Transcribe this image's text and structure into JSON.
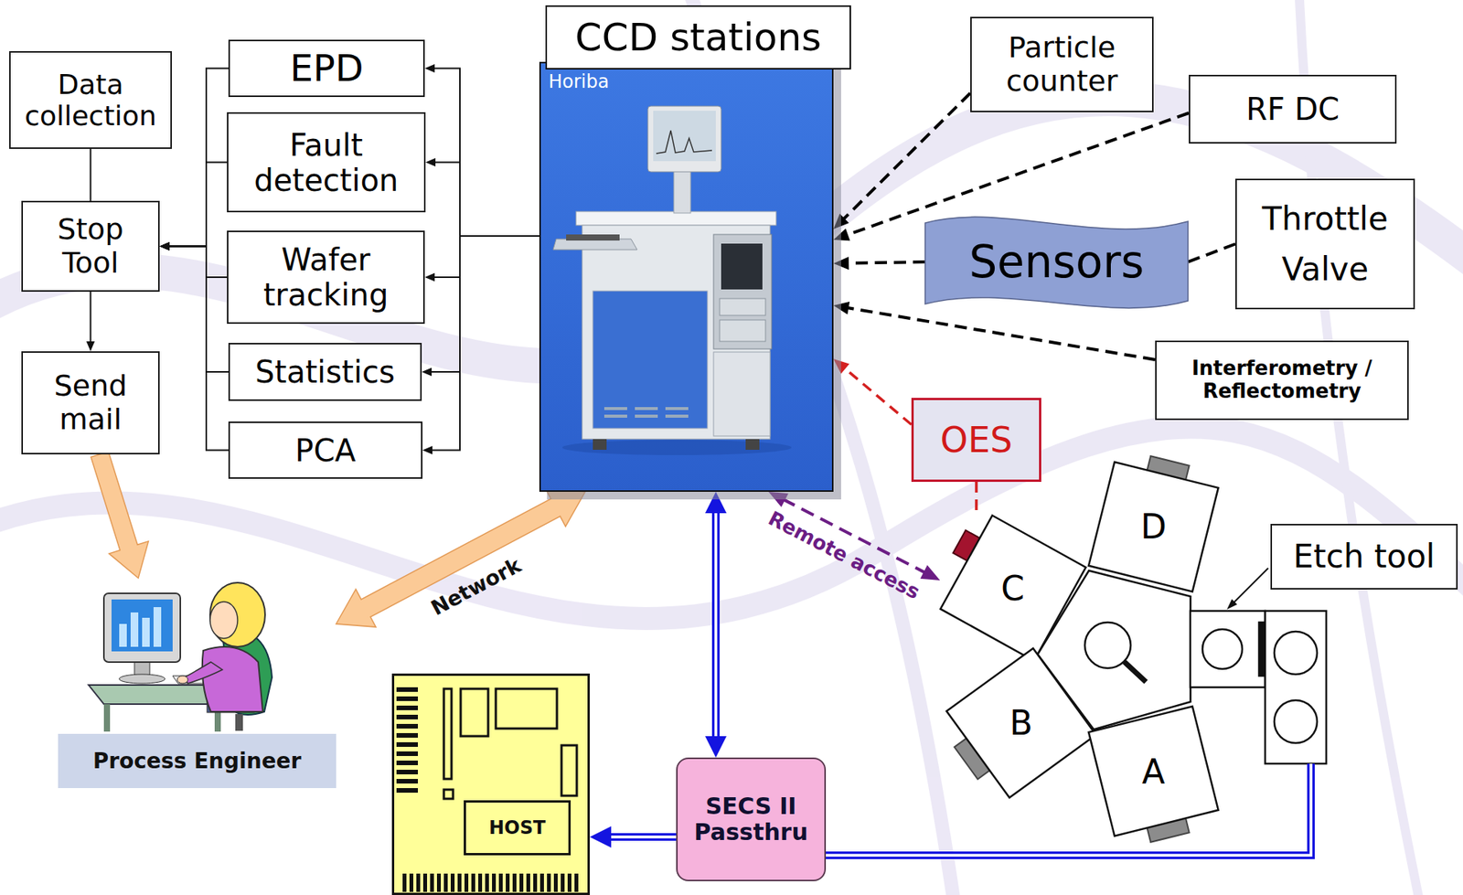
{
  "diagram": {
    "nodes": [
      {
        "text": [
          "Data collection"
        ]
      },
      {
        "text": [
          "Stop Tool"
        ]
      },
      {
        "text": [
          "Send mail"
        ]
      },
      {
        "text": [
          "EPD"
        ]
      },
      {
        "text": [
          "Fault detection"
        ]
      },
      {
        "text": [
          "Wafer tracking"
        ]
      },
      {
        "text": [
          "Statistics"
        ]
      },
      {
        "text": [
          "PCA"
        ]
      },
      {
        "text": [
          "CCD stations",
          "Horiba"
        ]
      },
      {
        "text": [
          "Particle counter"
        ]
      },
      {
        "text": [
          "RF DC"
        ]
      },
      {
        "text": [
          "Sensors"
        ]
      },
      {
        "text": [
          "Throttle Valve"
        ]
      },
      {
        "text": [
          "Interferometry / Reflectometry"
        ]
      },
      {
        "text": [
          "OES"
        ]
      },
      {
        "text": [
          "Etch tool"
        ]
      },
      {
        "text": [
          "D"
        ]
      },
      {
        "text": [
          "C"
        ]
      },
      {
        "text": [
          "B"
        ]
      },
      {
        "text": [
          "A"
        ]
      },
      {
        "text": [
          "Process Engineer"
        ]
      },
      {
        "text": [
          "HOST"
        ]
      },
      {
        "text": [
          "SECS II Passthru"
        ]
      }
    ],
    "edges": [
      {
        "from": 8,
        "to": 3,
        "arrow": "to"
      },
      {
        "from": 8,
        "to": 4,
        "arrow": "to"
      },
      {
        "from": 8,
        "to": 5,
        "arrow": "to"
      },
      {
        "from": 8,
        "to": 6,
        "arrow": "to"
      },
      {
        "from": 8,
        "to": 7,
        "arrow": "to"
      },
      {
        "from": 3,
        "to": 1,
        "arrow": "to"
      },
      {
        "from": 4,
        "to": 1,
        "arrow": "to"
      },
      {
        "from": 5,
        "to": 1,
        "arrow": "to"
      },
      {
        "from": 6,
        "to": 1,
        "arrow": "to"
      },
      {
        "from": 7,
        "to": 1,
        "arrow": "to"
      },
      {
        "from": 0,
        "to": 1,
        "arrow": "none"
      },
      {
        "from": 1,
        "to": 2,
        "arrow": "to"
      },
      {
        "from": 2,
        "to": 20,
        "arrow": "to"
      },
      {
        "from": 8,
        "to": 20,
        "label": "Network",
        "arrow": "both"
      },
      {
        "from": 9,
        "to": 8,
        "arrow": "to"
      },
      {
        "from": 10,
        "to": 8,
        "arrow": "to"
      },
      {
        "from": 11,
        "to": 8,
        "arrow": "to"
      },
      {
        "from": 12,
        "to": 11,
        "arrow": "none"
      },
      {
        "from": 13,
        "to": 8,
        "arrow": "to"
      },
      {
        "from": 14,
        "to": 8,
        "arrow": "to"
      },
      {
        "from": 14,
        "to": 17,
        "arrow": "none"
      },
      {
        "from": 8,
        "to": 17,
        "label": "Remote access",
        "arrow": "both"
      },
      {
        "from": 8,
        "to": 22,
        "arrow": "both"
      },
      {
        "from": 22,
        "to": 21,
        "arrow": "to"
      }
    ]
  }
}
